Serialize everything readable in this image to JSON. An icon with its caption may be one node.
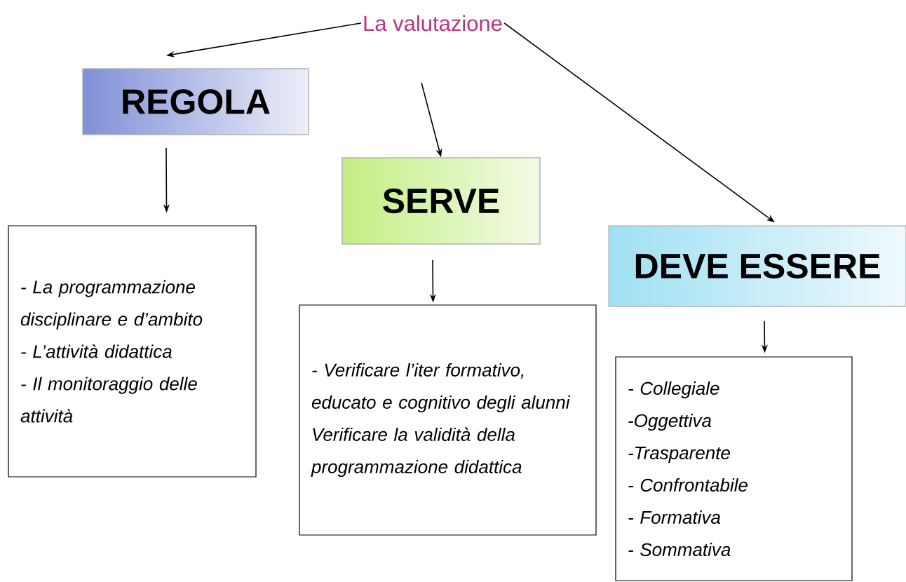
{
  "diagram": {
    "nodes": [
      {
        "text": [
          "La valutazione"
        ]
      },
      {
        "text": [
          "REGOLA"
        ]
      },
      {
        "text": [
          "SERVE"
        ]
      },
      {
        "text": [
          "DEVE ESSERE"
        ]
      },
      {
        "text": [
          "- La programmazione disciplinare e d’ambito",
          "- L’attività didattica",
          "- Il monitoraggio delle attività"
        ]
      },
      {
        "text": [
          "- Verificare l’iter formativo, educato e cognitivo degli alunni",
          "Verificare la validità della programmazione didattica"
        ]
      },
      {
        "text": [
          "- Collegiale",
          "-Oggettiva",
          "-Trasparente",
          "- Confrontabile",
          "- Formativa",
          "- Sommativa"
        ]
      }
    ],
    "edges": [
      {
        "from": 0,
        "to": 1,
        "arrow": "to"
      },
      {
        "from": 0,
        "to": 3,
        "arrow": "to"
      },
      {
        "from": null,
        "to": 2,
        "arrow": "to"
      },
      {
        "from": 1,
        "to": 4,
        "arrow": "to"
      },
      {
        "from": 2,
        "to": 5,
        "arrow": "to"
      },
      {
        "from": 3,
        "to": 6,
        "arrow": "to"
      }
    ]
  }
}
